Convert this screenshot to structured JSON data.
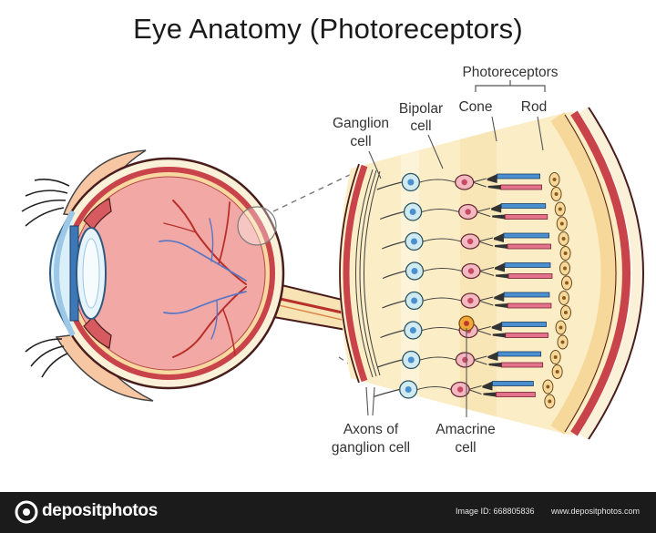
{
  "title": "Eye Anatomy (Photoreceptors)",
  "labels": {
    "photoreceptors": "Photoreceptors",
    "cone": "Cone",
    "rod": "Rod",
    "bipolar_line1": "Bipolar",
    "bipolar_line2": "cell",
    "ganglion_line1": "Ganglion",
    "ganglion_line2": "cell",
    "axons_line1": "Axons of",
    "axons_line2": "ganglion cell",
    "amacrine_line1": "Amacrine",
    "amacrine_line2": "cell"
  },
  "footer": {
    "brand": "depositphotos",
    "image_id": "Image ID: 668805836",
    "site": "www.depositphotos.com"
  },
  "colors": {
    "eyeball": "#f2a8a4",
    "sclera_outline": "#5c1e1e",
    "retina_band": "#fbeec6",
    "cone": "#4a8fd0",
    "rod": "#e2738a",
    "ganglion": "#cfeaf0",
    "bipolar": "#f3b9c1",
    "amacrine": "#f1a838",
    "footer_bg": "#1b1b1b"
  }
}
